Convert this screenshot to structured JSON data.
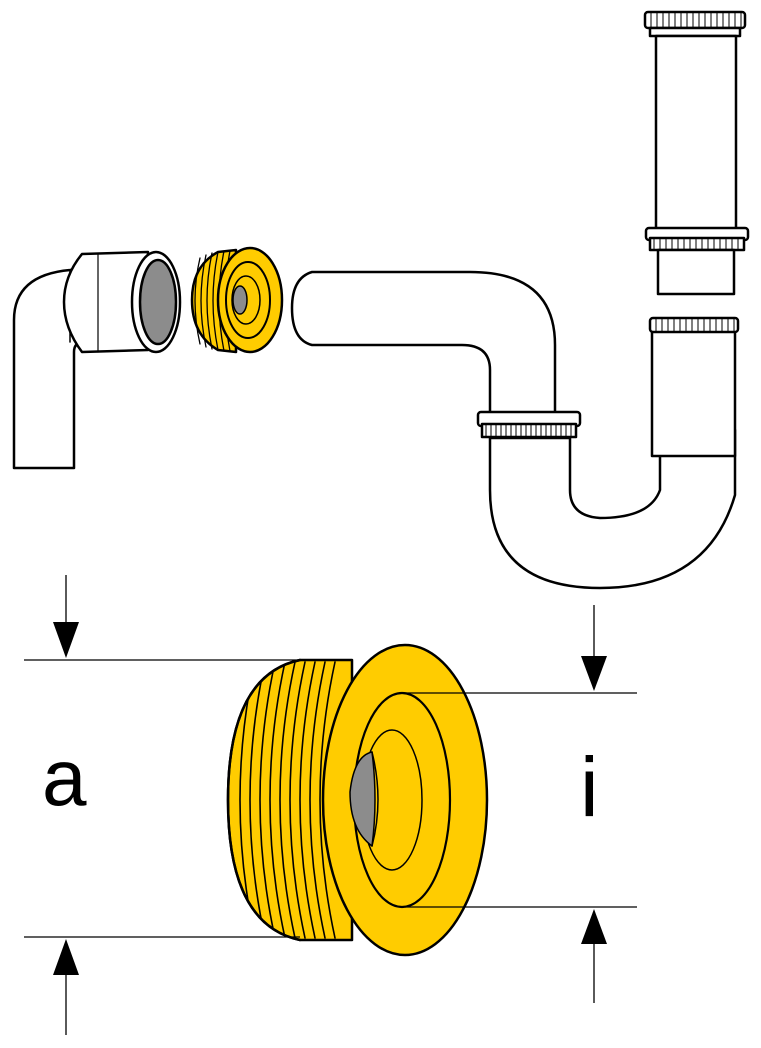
{
  "labels": {
    "outer_diameter": "a",
    "inner_diameter": "i"
  },
  "colors": {
    "seal": "#ffcc00",
    "inner_bore": "#8c8c8c",
    "outline": "#000000",
    "background": "#ffffff"
  },
  "parts": [
    "elbow-pipe",
    "rubber-reducer-seal",
    "s-bend-trap",
    "tailpiece-pipe"
  ]
}
